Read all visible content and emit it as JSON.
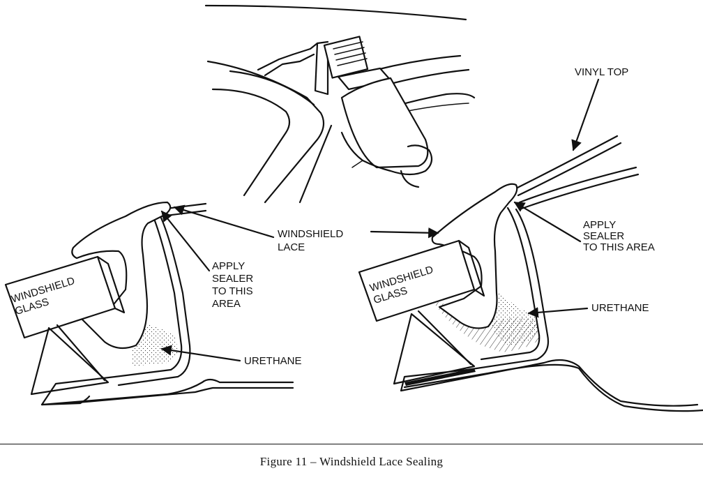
{
  "labels": {
    "vinyl_top": "VINYL TOP",
    "windshield_lace": [
      "WINDSHIELD",
      "LACE"
    ],
    "apply_sealer_left": [
      "APPLY",
      "SEALER",
      "TO THIS",
      "AREA"
    ],
    "apply_sealer_right": [
      "APPLY",
      "SEALER",
      "TO THIS AREA"
    ],
    "windshield_glass_left": [
      "WINDSHIELD",
      "GLASS"
    ],
    "windshield_glass_right": [
      "WINDSHIELD",
      "GLASS"
    ],
    "urethane_left": "URETHANE",
    "urethane_right": "URETHANE"
  },
  "caption": "Figure 11 – Windshield Lace Sealing"
}
